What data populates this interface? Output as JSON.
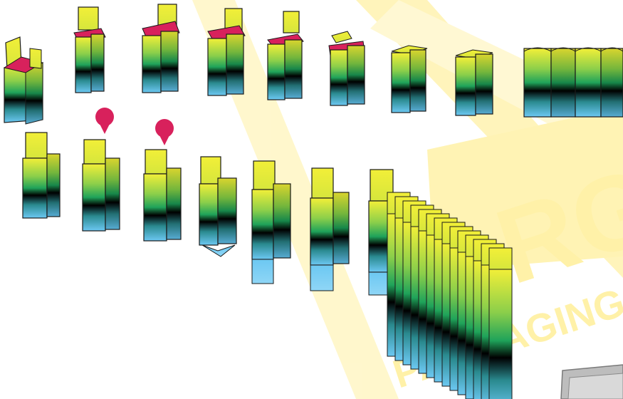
{
  "watermark": {
    "logo_letters": "RG",
    "tagline": "PACKAGING",
    "color": "#ffef9a"
  },
  "colors": {
    "box_top": "#f2ef38",
    "box_mid": "#1fa35a",
    "box_band": "#000000",
    "box_bottom": "#6cc8f2",
    "interior": "#d8215c",
    "marker": "#d8215c",
    "outline": "#1a1a1a"
  },
  "diagram": {
    "description_rows": 2,
    "sequence_top_count": 9,
    "sequence_bottom_count": 7,
    "pin_markers": 2,
    "stacked_boxes": 14
  }
}
